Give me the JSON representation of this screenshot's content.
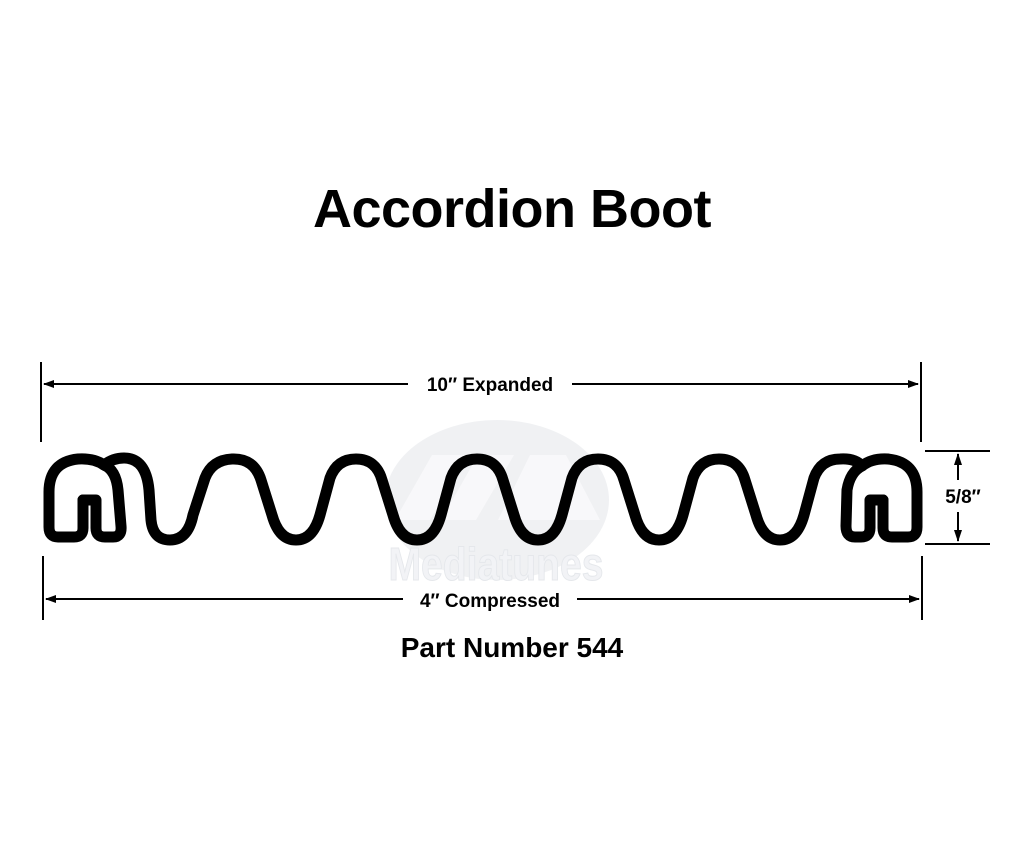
{
  "title": "Accordion Boot",
  "dimensions": {
    "expanded_label": "10″ Expanded",
    "compressed_label": "4″ Compressed",
    "height_label": "5/8″"
  },
  "part_number_label": "Part Number 544",
  "watermark": {
    "text": "Mediatunes"
  },
  "colors": {
    "line": "#000000",
    "background": "#ffffff",
    "watermark": "#d8dde3"
  }
}
